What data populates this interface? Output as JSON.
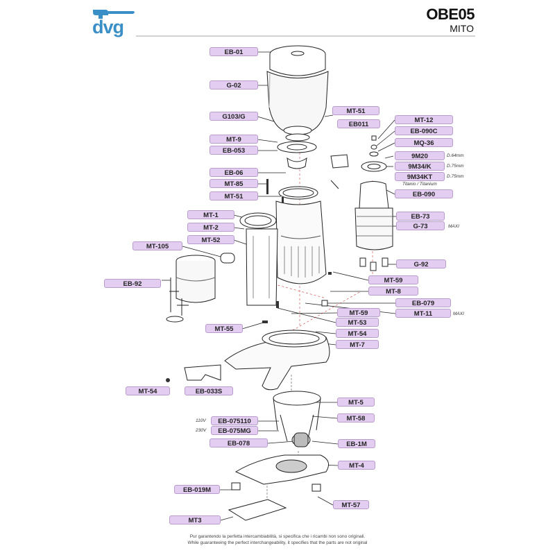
{
  "header": {
    "model": "OBE05",
    "name": "MITO",
    "brand": "dvg",
    "accent": "#3b8fc7"
  },
  "labels": {
    "eb01": "EB-01",
    "g02": "G-02",
    "g103g": "G103/G",
    "mt9": "MT-9",
    "eb053": "EB-053",
    "eb06": "EB-06",
    "mt85": "MT-85",
    "mt51a": "MT-51",
    "mt1": "MT-1",
    "mt2": "MT-2",
    "mt52": "MT-52",
    "mt105": "MT-105",
    "eb92": "EB-92",
    "mt51b": "MT-51",
    "eb011": "EB011",
    "mt12": "MT-12",
    "eb090c": "EB-090C",
    "mq36": "MQ-36",
    "m920": "9M20",
    "m934k": "9M34/K",
    "m934kt": "9M34KT",
    "eb090": "EB-090",
    "eb73": "EB-73",
    "g73": "G-73",
    "g92": "G-92",
    "mt59a": "MT-59",
    "mt8": "MT-8",
    "eb079": "EB-079",
    "mt59b": "MT-59",
    "mt11": "MT-11",
    "mt53": "MT-53",
    "mt55": "MT-55",
    "mt54a": "MT-54",
    "mt7": "MT-7",
    "mt54b": "MT-54",
    "eb033s": "EB-033S",
    "mt5": "MT-5",
    "mt58": "MT-58",
    "eb075110": "EB-075110",
    "eb075mg": "EB-075MG",
    "eb078": "EB-078",
    "eb1m": "EB-1M",
    "mt4": "MT-4",
    "eb019m": "EB-019M",
    "mt57": "MT-57",
    "mt3": "MT3"
  },
  "notes": {
    "d64": "D.64mm",
    "d75a": "D.75mm",
    "d75b": "D.75mm",
    "titanio": "Titanio / Titanium",
    "maxi1": "MAXI",
    "maxi2": "MAXI",
    "v110": "110V",
    "v230": "230V"
  },
  "footer": {
    "line1": "Pur garantendo la perfetta intercambiabilità, si specifica che i ricambi non sono originali.",
    "line2": "While guaranteeing the perfect interchangeability, it specifies that the parts are not original"
  }
}
